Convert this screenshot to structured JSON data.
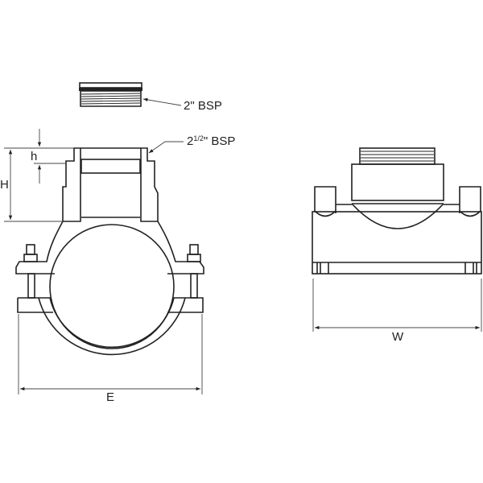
{
  "labels": {
    "plug_thread": "2\" BSP",
    "outlet_thread_prefix": "2",
    "outlet_thread_fraction": "1/2",
    "outlet_thread_suffix": "\" BSP",
    "height_total": "H",
    "height_thread": "h",
    "width_saddle": "E",
    "width_side": "W"
  }
}
